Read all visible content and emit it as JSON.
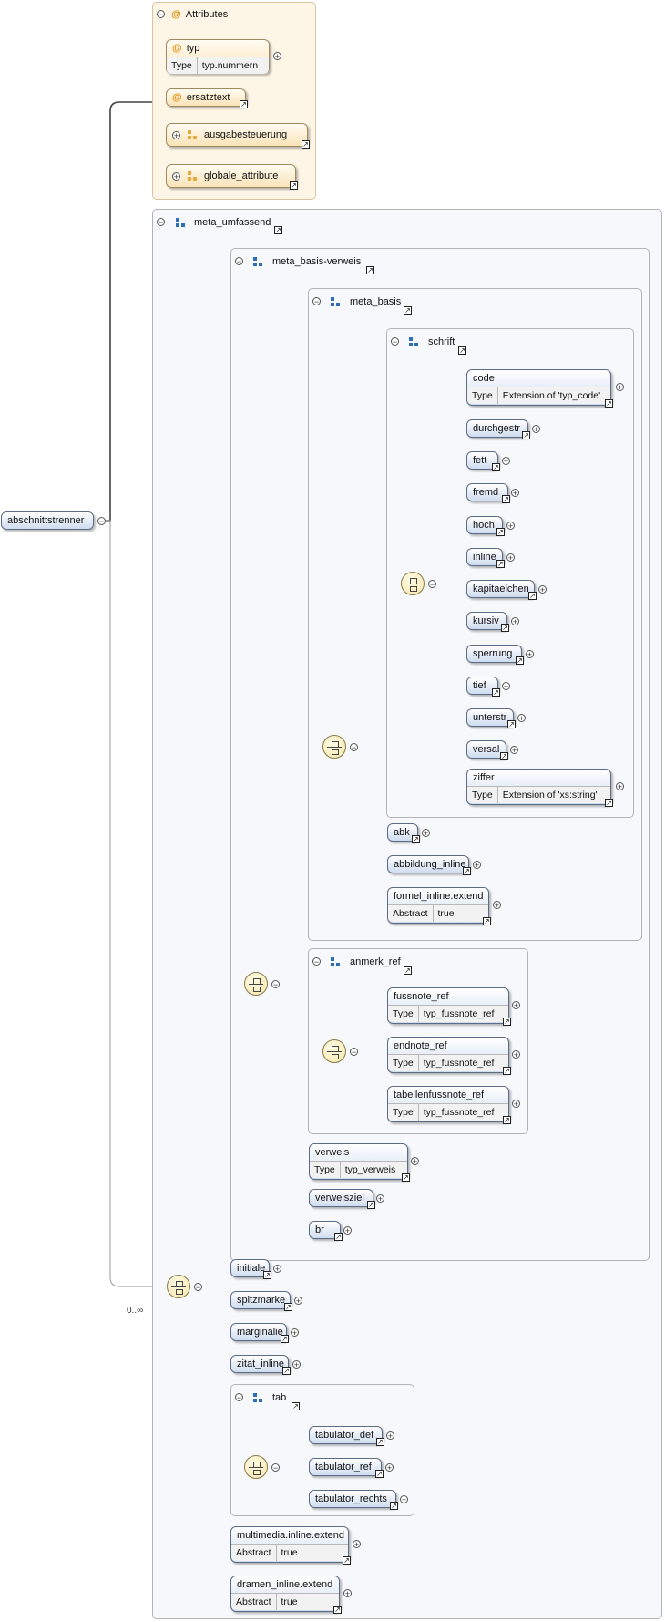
{
  "diagram": {
    "root": {
      "name": "abschnittstrenner"
    },
    "attributes": {
      "title": "Attributes",
      "items": [
        {
          "name": "typ",
          "type_label": "Type",
          "type_value": "typ.nummern"
        },
        {
          "name": "ersatztext"
        },
        {
          "name": "ausgabesteuerung"
        },
        {
          "name": "globale_attribute"
        }
      ]
    },
    "occurrence": "0..∞",
    "meta_umfassend": {
      "name": "meta_umfassend",
      "meta_basis_verweis": {
        "name": "meta_basis-verweis",
        "meta_basis": {
          "name": "meta_basis",
          "schrift": {
            "name": "schrift",
            "elements": [
              {
                "name": "code",
                "type_label": "Type",
                "type_value": "Extension of 'typ_code'"
              },
              {
                "name": "durchgestr"
              },
              {
                "name": "fett"
              },
              {
                "name": "fremd"
              },
              {
                "name": "hoch"
              },
              {
                "name": "inline"
              },
              {
                "name": "kapitaelchen"
              },
              {
                "name": "kursiv"
              },
              {
                "name": "sperrung"
              },
              {
                "name": "tief"
              },
              {
                "name": "unterstr"
              },
              {
                "name": "versal"
              },
              {
                "name": "ziffer",
                "type_label": "Type",
                "type_value": "Extension of 'xs:string'"
              }
            ]
          },
          "elements": [
            {
              "name": "abk"
            },
            {
              "name": "abbildung_inline"
            },
            {
              "name": "formel_inline.extend",
              "type_label": "Abstract",
              "type_value": "true"
            }
          ]
        },
        "anmerk_ref": {
          "name": "anmerk_ref",
          "elements": [
            {
              "name": "fussnote_ref",
              "type_label": "Type",
              "type_value": "typ_fussnote_ref"
            },
            {
              "name": "endnote_ref",
              "type_label": "Type",
              "type_value": "typ_fussnote_ref"
            },
            {
              "name": "tabellenfussnote_ref",
              "type_label": "Type",
              "type_value": "typ_fussnote_ref"
            }
          ]
        },
        "elements": [
          {
            "name": "verweis",
            "type_label": "Type",
            "type_value": "typ_verweis"
          },
          {
            "name": "verweisziel"
          },
          {
            "name": "br"
          }
        ]
      },
      "elements": [
        {
          "name": "initiale"
        },
        {
          "name": "spitzmarke"
        },
        {
          "name": "marginalie"
        },
        {
          "name": "zitat_inline"
        }
      ],
      "tab": {
        "name": "tab",
        "elements": [
          {
            "name": "tabulator_def"
          },
          {
            "name": "tabulator_ref"
          },
          {
            "name": "tabulator_rechts"
          }
        ]
      },
      "tail_elements": [
        {
          "name": "multimedia.inline.extend",
          "type_label": "Abstract",
          "type_value": "true"
        },
        {
          "name": "dramen_inline.extend",
          "type_label": "Abstract",
          "type_value": "true"
        }
      ]
    }
  }
}
